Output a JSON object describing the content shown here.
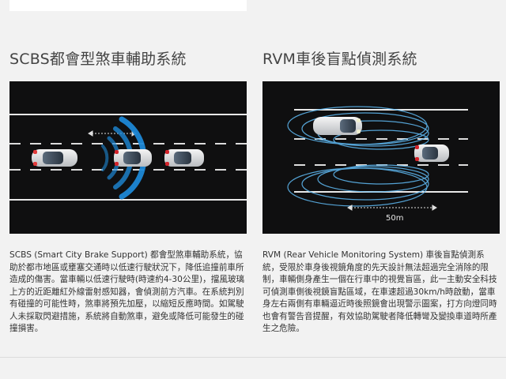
{
  "sections": [
    {
      "title": "SCBS都會型煞車輔助系統",
      "description": "SCBS (Smart City Brake Support) 都會型煞車輔助系統，協助於都市地區或壅塞交通時以低速行駛狀況下，降低追撞前車所造成的傷害。當車輛以低速行駛時(時速約4-30公里)，擋風玻璃上方的近距離紅外線雷射感知器，會偵測前方汽車。在系統判別有碰撞的可能性時，煞車將預先加壓，以縮短反應時間。如駕駛人未採取閃避措施，系統將自動煞車，避免或降低可能發生的碰撞損害。"
    },
    {
      "title": "RVM車後盲點偵測系統",
      "description": "RVM (Rear Vehicle Monitoring System) 車後盲點偵測系統，受限於車身後視鏡角度的先天設計無法超過完全消除的限制，車輛側身產生一個在行車中的視覺盲區，此一主動安全科技可偵測車側後視鏡盲點區域，在車速超過30km/h時啟動，當車身左右兩側有車輛逼近時後照鏡會出現警示圖案，打方向燈同時也會有警告音提醒，有效協助駕駛者降低轉彎及變換車道時所產生之危險。",
      "distance_label": "50m"
    }
  ],
  "colors": {
    "panel_bg": "#0f0f10",
    "radar_blue": "#1e88d6",
    "brake_red": "#d3232a"
  }
}
